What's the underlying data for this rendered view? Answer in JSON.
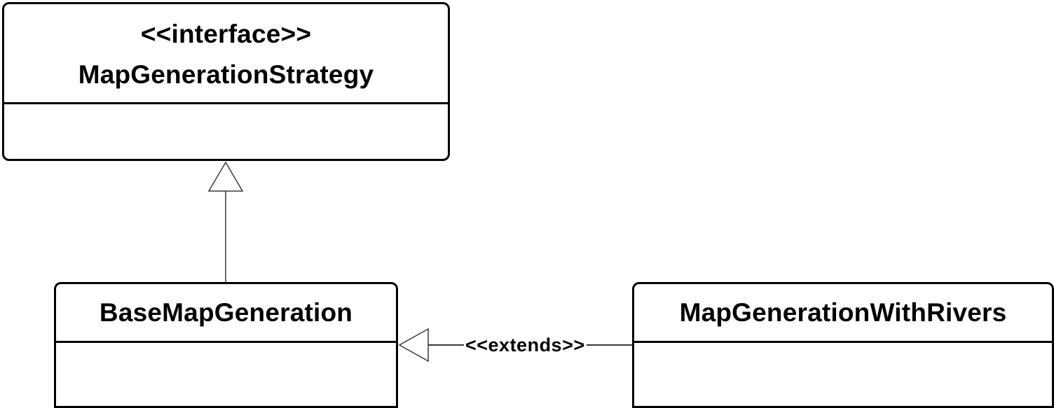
{
  "diagram": {
    "classes": [
      {
        "id": "interface",
        "stereotype": "<<interface>>",
        "name": "MapGenerationStrategy"
      },
      {
        "id": "base",
        "name": "BaseMapGeneration"
      },
      {
        "id": "rivers",
        "name": "MapGenerationWithRivers"
      }
    ],
    "relations": [
      {
        "from": "BaseMapGeneration",
        "to": "MapGenerationStrategy",
        "kind": "realization",
        "label": ""
      },
      {
        "from": "MapGenerationWithRivers",
        "to": "BaseMapGeneration",
        "kind": "generalization",
        "label": "<<extends>>"
      }
    ],
    "colors": {
      "border": "#000000",
      "connector": "#333a44",
      "background": "#ffffff"
    }
  }
}
